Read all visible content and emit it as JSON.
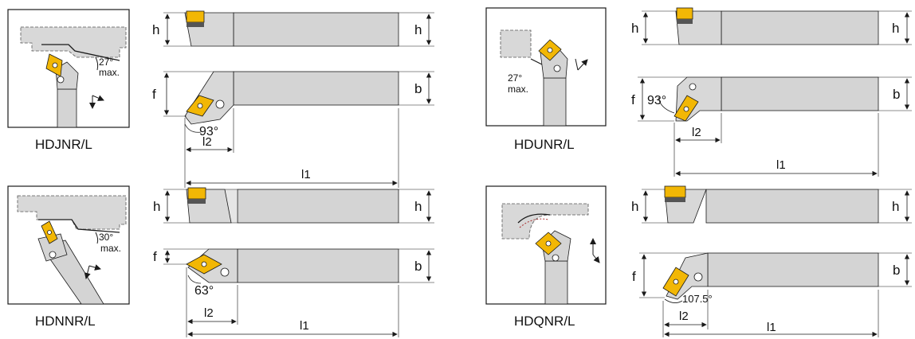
{
  "colors": {
    "holder_body": "#d4d4d4",
    "holder_shade": "#ececec",
    "insert": "#f2b705",
    "outline": "#1a1a1a"
  },
  "labels": {
    "height": "h",
    "width": "b",
    "offset": "f",
    "length_total": "l1",
    "length_head": "l2"
  },
  "tools": [
    {
      "model": "HDJNR/L",
      "approach_angle": "93°",
      "max_angle": "27°",
      "max_word": "max."
    },
    {
      "model": "HDUNR/L",
      "approach_angle": "93°",
      "max_angle": "27°",
      "max_word": "max."
    },
    {
      "model": "HDNNR/L",
      "approach_angle": "63°",
      "max_angle": "30°",
      "max_word": "max."
    },
    {
      "model": "HDQNR/L",
      "approach_angle": "107.5°",
      "max_angle": "",
      "max_word": ""
    }
  ]
}
